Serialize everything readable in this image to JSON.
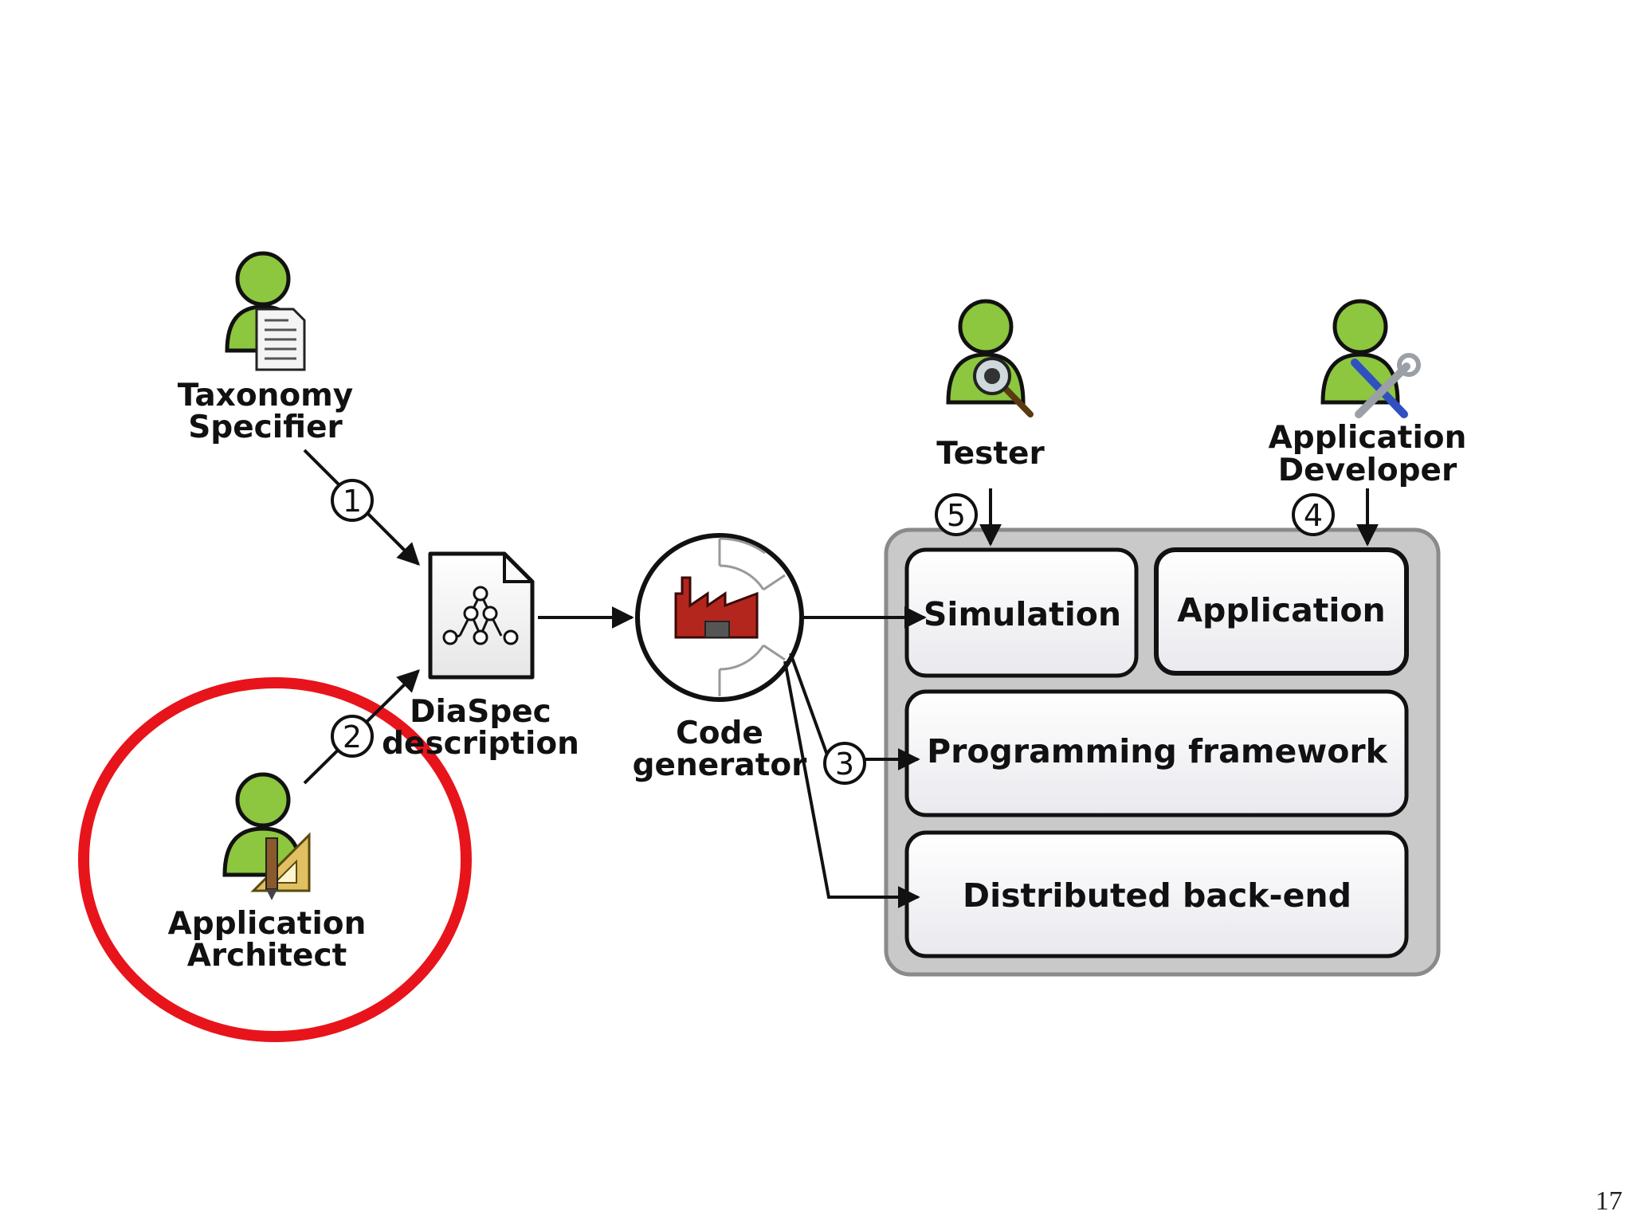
{
  "actors": {
    "taxonomy_specifier": [
      "Taxonomy",
      "Specifier"
    ],
    "application_architect": [
      "Application",
      "Architect"
    ],
    "tester": [
      "Tester"
    ],
    "application_developer": [
      "Application",
      "Developer"
    ]
  },
  "artifacts": {
    "diaspec": [
      "DiaSpec",
      "description"
    ],
    "code_generator": [
      "Code",
      "generator"
    ]
  },
  "boxes": {
    "simulation": "Simulation",
    "application": "Application",
    "programming_framework": "Programming framework",
    "distributed_backend": "Distributed back-end"
  },
  "steps": [
    "1",
    "2",
    "3",
    "4",
    "5"
  ],
  "colors": {
    "actor_green": "#8dc63f",
    "highlight_red": "#e8141b",
    "factory_red": "#b3261e",
    "container_gray": "#c9c9c9"
  },
  "page_number": "17"
}
